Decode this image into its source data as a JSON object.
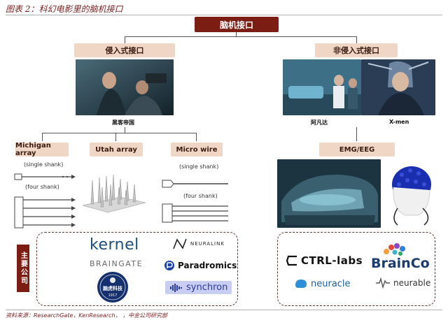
{
  "figure": {
    "title": "图表 2：科幻电影里的脑机接口",
    "source": "资料来源：ResearchGate，KenResearch，          ，中金公司研究部"
  },
  "root": {
    "label": "脑机接口"
  },
  "categories": {
    "invasive": "侵入式接口",
    "noninvasive": "非侵入式接口"
  },
  "photos": {
    "invasive_caption": "黑客帝国",
    "noninvasive_caption_left": "阿凡达",
    "noninvasive_caption_right": "X-men"
  },
  "invasive_types": {
    "michigan": "Michigan array",
    "utah": "Utah array",
    "microwire": "Micro wire",
    "michigan_single": "(single shank)",
    "michigan_four": "(four shank)",
    "microwire_single": "(single shank)",
    "microwire_four": "(four shank)"
  },
  "noninvasive_types": {
    "emg_eeg": "EMG/EEG"
  },
  "companies": {
    "label": "主要公司",
    "invasive": {
      "kernel": "kernel",
      "neuralink": "NEURALINK",
      "braingate": "BRAINGATE",
      "paradromics": "Paradromics",
      "seal": "脑虎科技",
      "seal_year": "1917",
      "synchron": "synchron"
    },
    "noninvasive": {
      "ctrl_labs": "CTRL-labs",
      "brainco": "BrainCo",
      "neuracle": "neuracle",
      "neurable": "neurable"
    }
  },
  "colors": {
    "dark_red": "#7b1d13",
    "peach": "#f0d6c4",
    "kernel_blue": "#1d4e7a",
    "brainco_blue": "#1c3b6e"
  }
}
